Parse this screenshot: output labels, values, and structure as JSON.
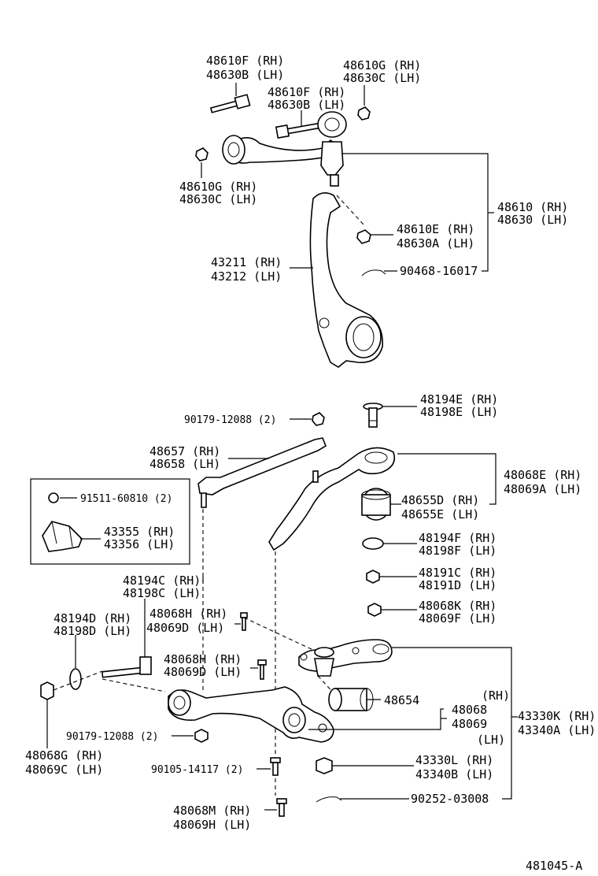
{
  "upper": {
    "bolt_a": [
      "48610F (RH)",
      "48630B (LH)"
    ],
    "nut_a": [
      "48610G (RH)",
      "48630C (LH)"
    ],
    "bolt_b": [
      "48610F (RH)",
      "48630B (LH)"
    ],
    "nut_b": [
      "48610G (RH)",
      "48630C (LH)"
    ],
    "arm": [
      "48610 (RH)",
      "48630 (LH)"
    ],
    "nut_c": [
      "48610E (RH)",
      "48630A (LH)"
    ],
    "pin": "90468-16017",
    "knuckle": [
      "43211 (RH)",
      "43212 (LH)"
    ]
  },
  "lower": {
    "nut_top": "90179-12088 (2)",
    "bolt_e": [
      "48194E (RH)",
      "48198E (LH)"
    ],
    "strut_rod": [
      "48657 (RH)",
      "48658 (LH)"
    ],
    "lower_arm_front": [
      "48068E (RH)",
      "48069A (LH)"
    ],
    "bushing_d": [
      "48655D (RH)",
      "48655E (LH)"
    ],
    "inset_nut": "91511-60810 (2)",
    "inset_bracket": [
      "43355 (RH)",
      "43356 (LH)"
    ],
    "washer_f": [
      "48194F (RH)",
      "48198F (LH)"
    ],
    "bolt_c": [
      "48194C (RH)",
      "48198C (LH)"
    ],
    "nut_cd": [
      "48191C (RH)",
      "48191D (LH)"
    ],
    "bolt_d": [
      "48194D (RH)",
      "48198D (LH)"
    ],
    "bolt_h1": [
      "48068H (RH)",
      "48069D (LH)"
    ],
    "nut_k": [
      "48068K (RH)",
      "48069F (LH)"
    ],
    "bolt_h2": [
      "48068H (RH)",
      "48069D (LH)"
    ],
    "bushing": "48654",
    "lower_arm": [
      "(RH)",
      "48068",
      "48069",
      "(LH)"
    ],
    "ball_joint": [
      "43330K (RH)",
      "43340A (LH)"
    ],
    "nut_bottom": "90179-12088 (2)",
    "nut_g": [
      "48068G (RH)",
      "48069C (LH)"
    ],
    "bolt_small": "90105-14117 (2)",
    "nut_l": [
      "43330L (RH)",
      "43340B (LH)"
    ],
    "bolt_m": [
      "48068M (RH)",
      "48069H (LH)"
    ],
    "cotter": "90252-03008"
  },
  "figure_code": "481045-A"
}
